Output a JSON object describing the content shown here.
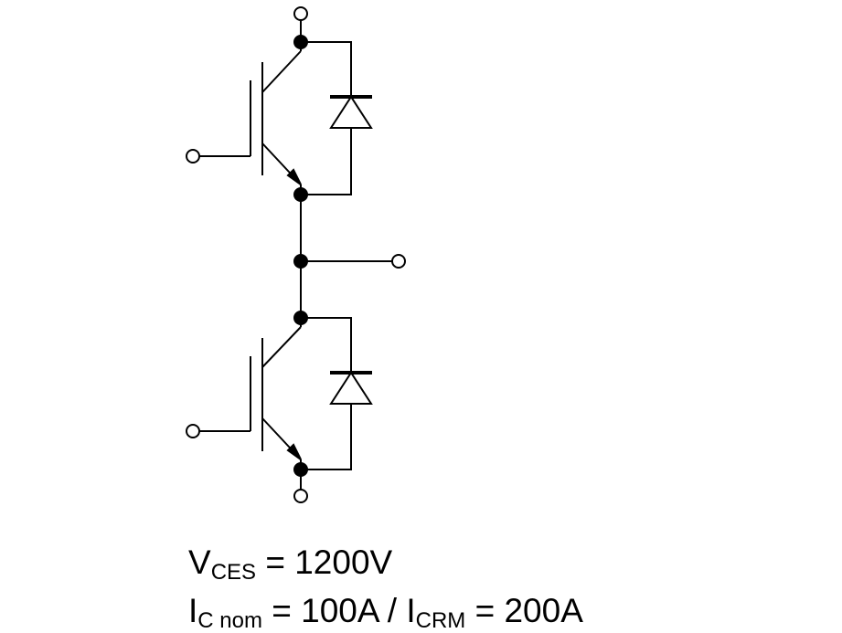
{
  "specs": {
    "vces": {
      "symbol": "V",
      "sub": "CES",
      "rest": " = 1200V"
    },
    "ic": {
      "symbol1": "I",
      "sub1": "C nom",
      "mid": " = 100A / ",
      "symbol2": "I",
      "sub2": "CRM",
      "rest": " = 200A"
    }
  },
  "colors": {
    "stroke": "#000000",
    "background": "#ffffff"
  },
  "icons": [
    "terminal-open-circle",
    "junction-dot",
    "igbt-symbol",
    "diode-symbol"
  ]
}
